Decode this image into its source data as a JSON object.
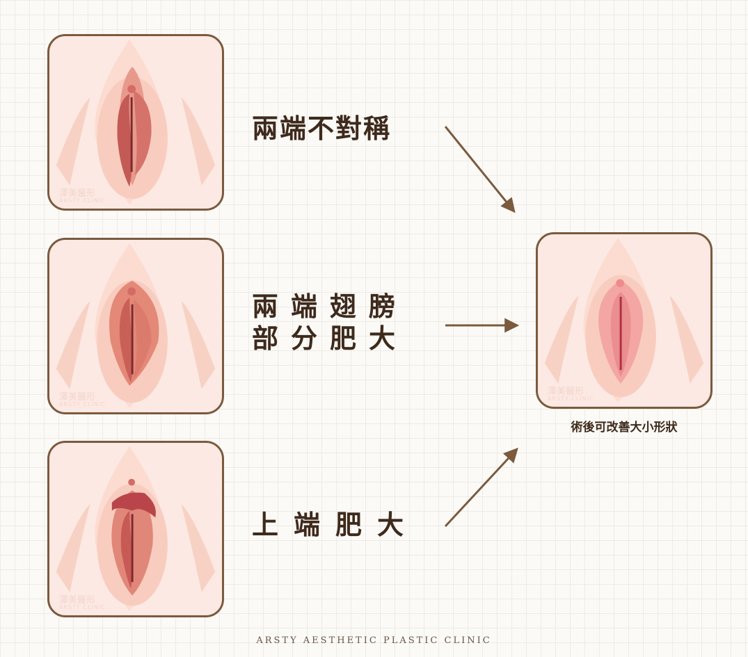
{
  "labels": {
    "asymmetric": "兩端不對稱",
    "wings_line1": "兩端翅膀",
    "wings_line2": "部分肥大",
    "upper": "上端肥大"
  },
  "result_caption": "術後可改善大小形狀",
  "footer": "ARSTY AESTHETIC PLASTIC CLINIC",
  "watermark": {
    "cn": "澤美醫形",
    "en": "ARSTY CLINIC"
  },
  "colors": {
    "border": "#7b5a3e",
    "card_bg": "#fde9e3",
    "text": "#3e2a1c",
    "arrow": "#7b5a3e"
  }
}
